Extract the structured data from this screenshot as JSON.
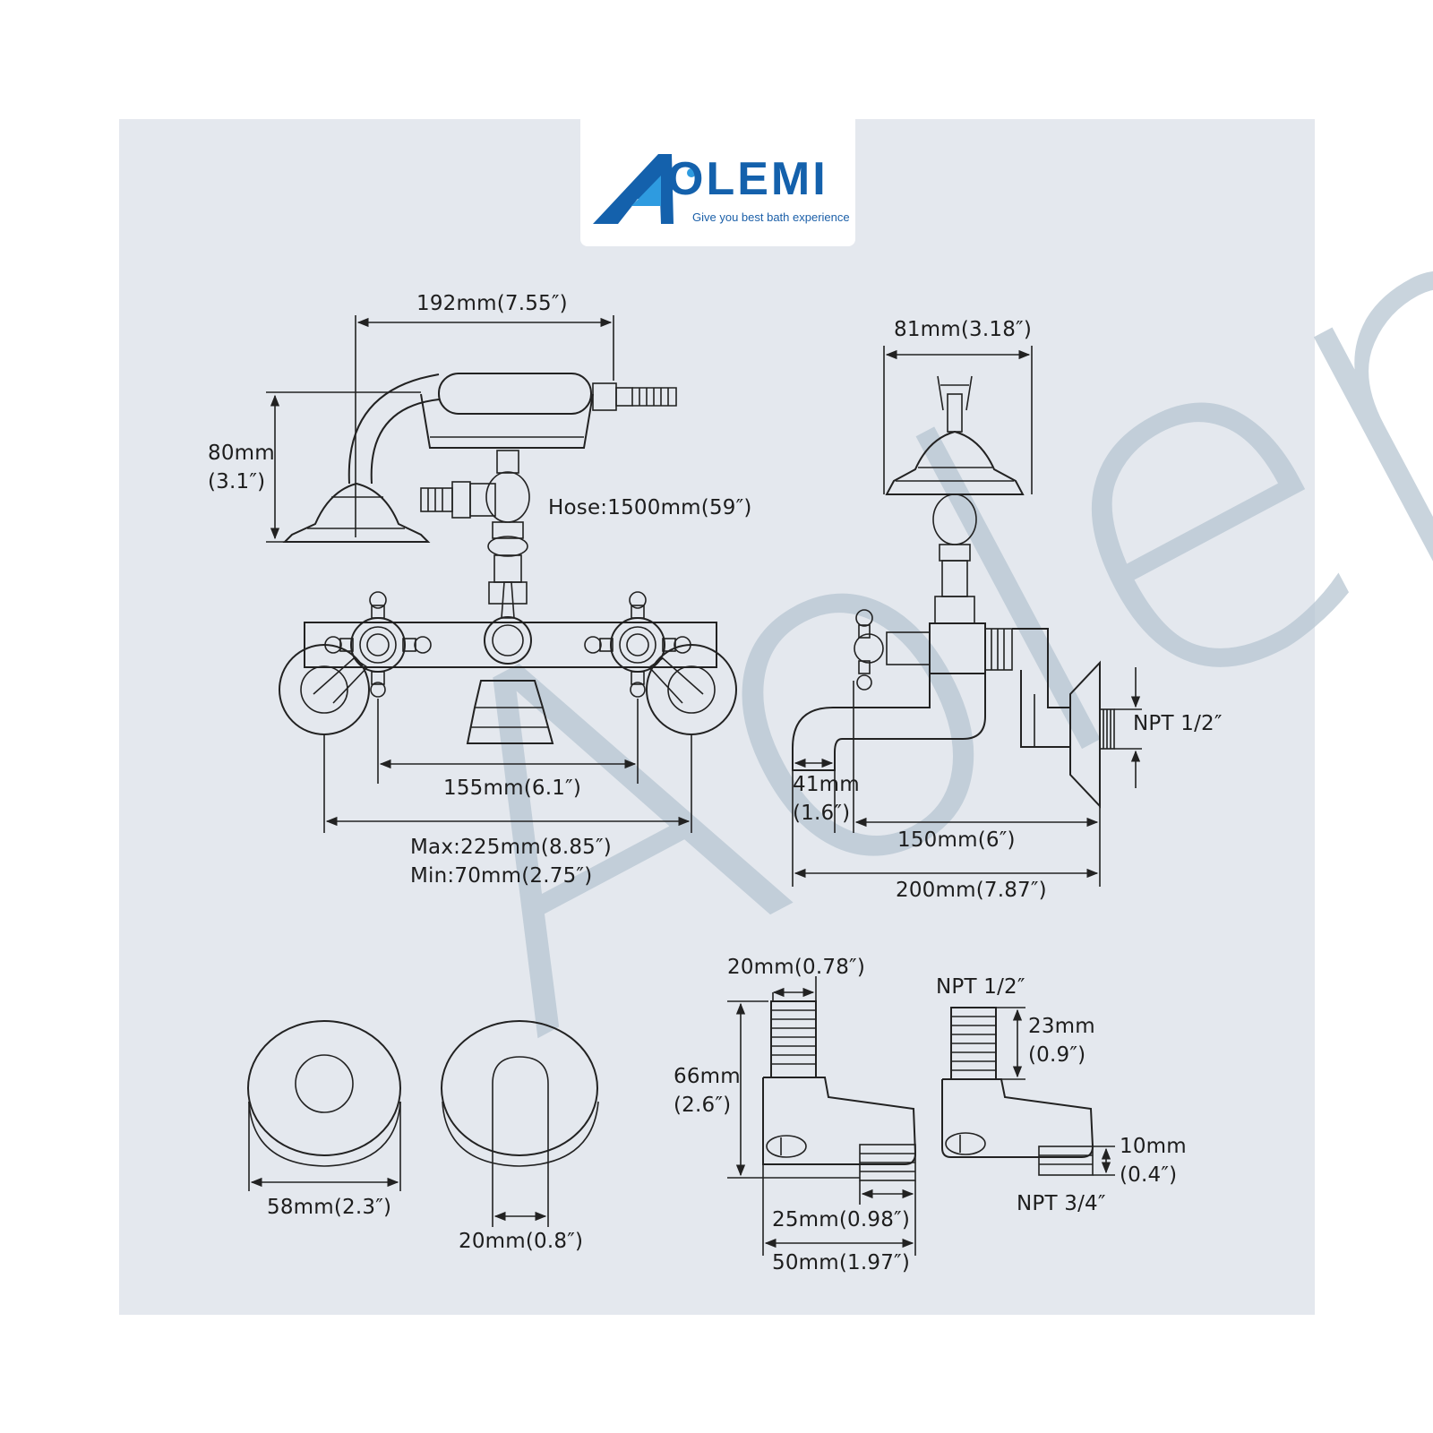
{
  "brand": {
    "name": "OLEMI",
    "tagline": "Give you best bath experience",
    "colors": {
      "primary": "#1461ac",
      "accent": "#2e9be0"
    }
  },
  "watermark": "Aolemi",
  "front_view": {
    "width_top": "192mm(7.55″)",
    "height_mm": "80mm",
    "height_in": "(3.1″)",
    "hose": "Hose:1500mm(59″)",
    "center_spacing": "155mm(6.1″)",
    "range_max": "Max:225mm(8.85″)",
    "range_min": "Min:70mm(2.75″)"
  },
  "side_view": {
    "head_width": "81mm(3.18″)",
    "thread": "NPT 1/2″",
    "spout_mm": "41mm",
    "spout_in": "(1.6″)",
    "reach": "150mm(6″)",
    "total_reach": "200mm(7.87″)"
  },
  "flanges": {
    "diameter": "58mm(2.3″)",
    "hole": "20mm(0.8″)"
  },
  "connector_front": {
    "thread_width": "20mm(0.78″)",
    "height_mm": "66mm",
    "height_in": "(2.6″)",
    "offset": "25mm(0.98″)",
    "width": "50mm(1.97″)"
  },
  "connector_side": {
    "top_thread": "NPT 1/2″",
    "thread_len_mm": "23mm",
    "thread_len_in": "(0.9″)",
    "bottom_len_mm": "10mm",
    "bottom_len_in": "(0.4″)",
    "bottom_thread": "NPT 3/4″"
  }
}
